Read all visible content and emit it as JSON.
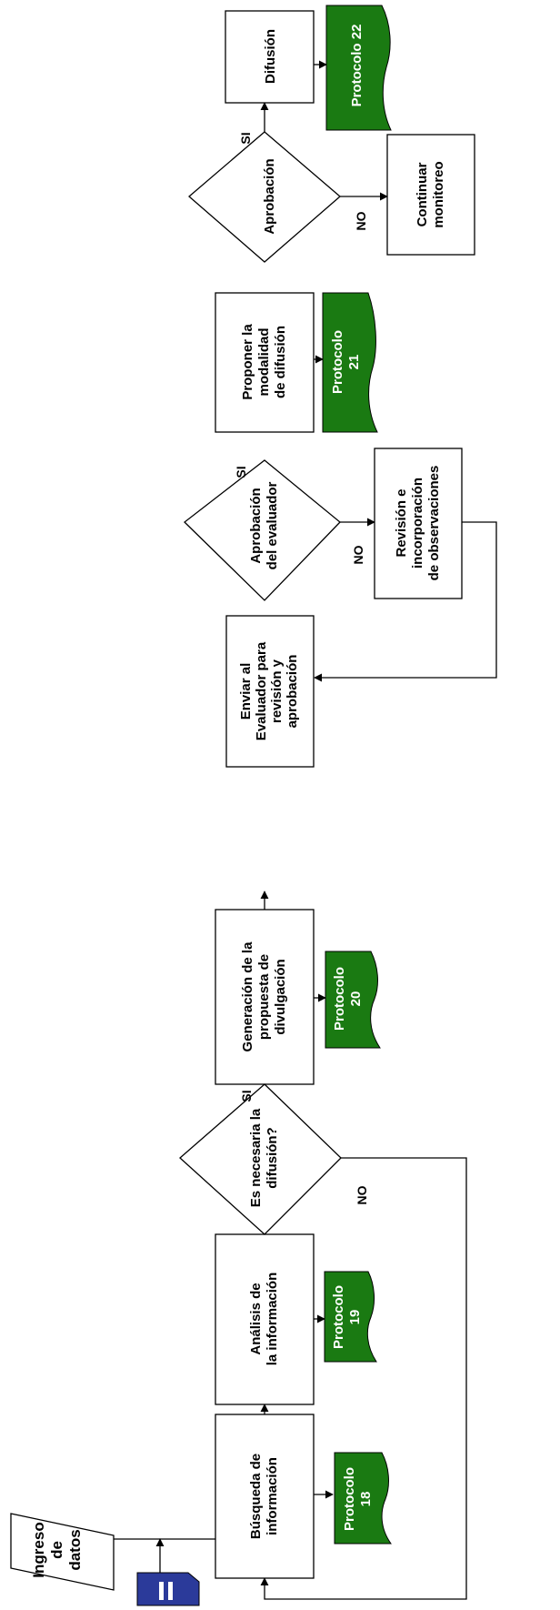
{
  "colors": {
    "protocol_fill": "#1a7a12",
    "start_marker": "#2b3a9a",
    "line": "#000000"
  },
  "start": {
    "input": [
      "Ingreso",
      "de",
      "datos"
    ],
    "marker_icon": "double-bar-glyph"
  },
  "steps": {
    "busqueda": [
      "Búsqueda de",
      "información"
    ],
    "analisis": [
      "Análisis de",
      "la información"
    ],
    "dec_difusion": [
      "Es necesaria la",
      "difusión?"
    ],
    "generacion": [
      "Generación de la",
      "propuesta de",
      "divulgación"
    ],
    "enviar": [
      "Enviar al",
      "Evaluador para",
      "revisión y",
      "aprobación"
    ],
    "dec_evaluador": [
      "Aprobación",
      "del evaluador"
    ],
    "revision": [
      "Revisión e",
      "incorporación",
      "de observaciones"
    ],
    "proponer": [
      "Proponer la",
      "modalidad",
      "de difusión"
    ],
    "dec_aprobacion": [
      "Aprobación"
    ],
    "continuar": [
      "Continuar",
      "monitoreo"
    ],
    "difusion": [
      "Difusión"
    ]
  },
  "protocols": {
    "p18": [
      "Protocolo",
      "18"
    ],
    "p19": [
      "Protocolo",
      "19"
    ],
    "p20": [
      "Protocolo",
      "20"
    ],
    "p21": [
      "Protocolo",
      "21"
    ],
    "p22": [
      "Protocolo 22"
    ]
  },
  "branches": {
    "si_difusion": "SI",
    "no_difusion": "NO",
    "si_evaluador": "SI",
    "no_evaluador": "NO",
    "si_aprobacion": "SI",
    "no_aprobacion": "NO"
  }
}
